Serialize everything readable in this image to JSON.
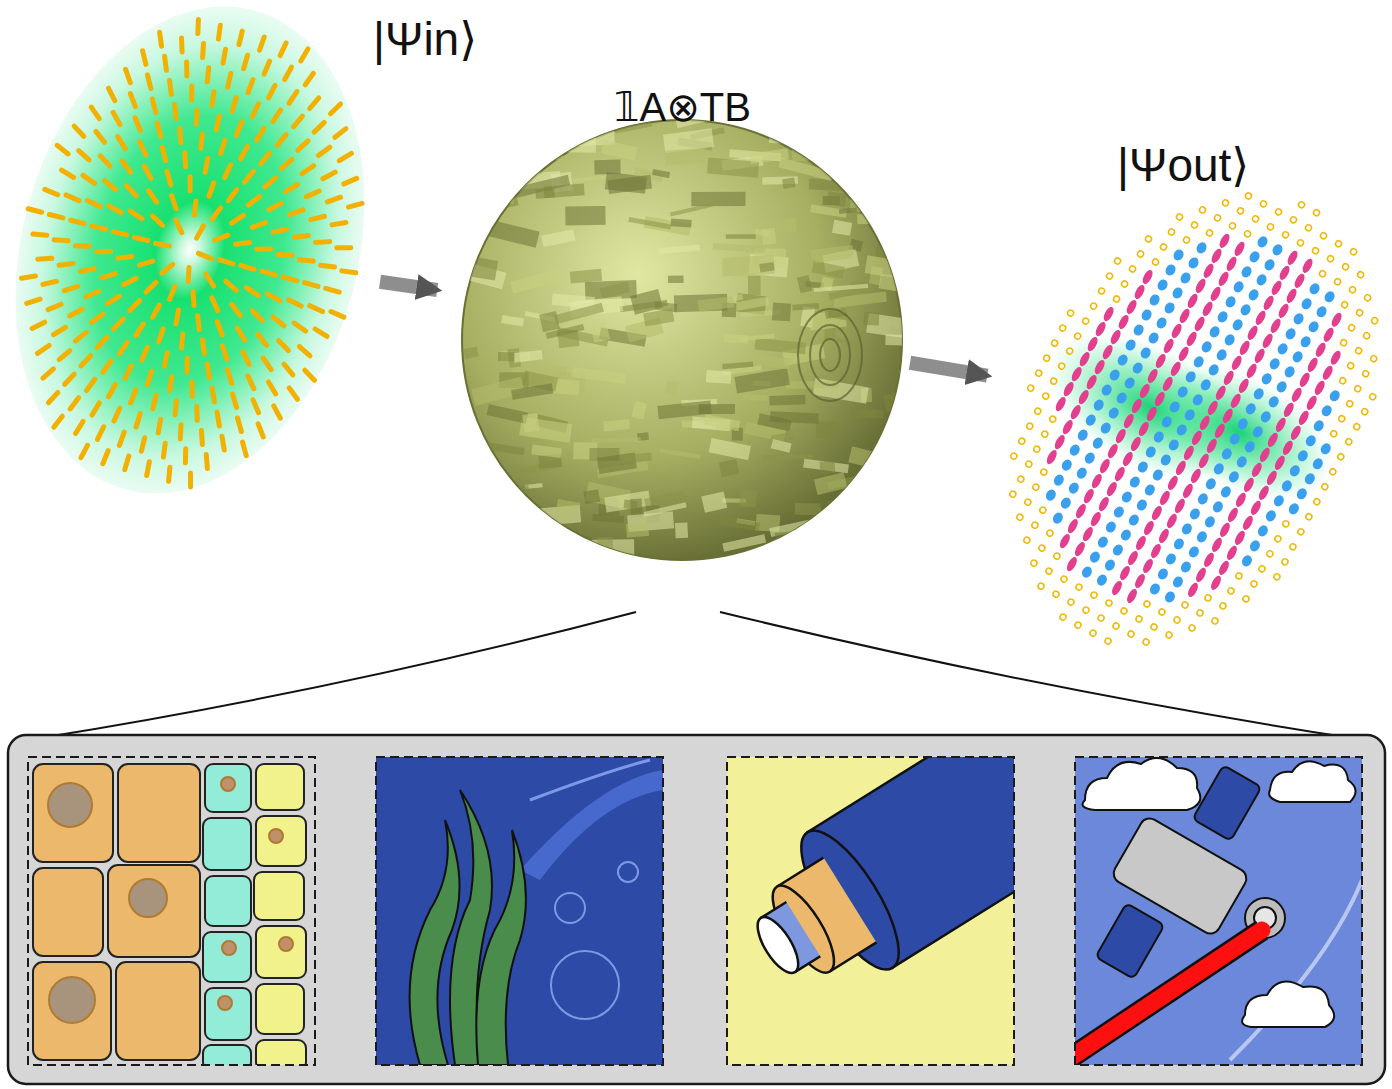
{
  "diagram": {
    "nodes": [
      {
        "text": [
          "|Ψin⟩"
        ]
      },
      {
        "text": [
          "𝟙A⊗TB"
        ]
      },
      {
        "text": [
          "|Ψout⟩"
        ]
      }
    ],
    "edges": [
      {
        "from": 0,
        "to": 1,
        "arrow": "to"
      },
      {
        "from": 1,
        "to": 2,
        "arrow": "to"
      }
    ]
  }
}
